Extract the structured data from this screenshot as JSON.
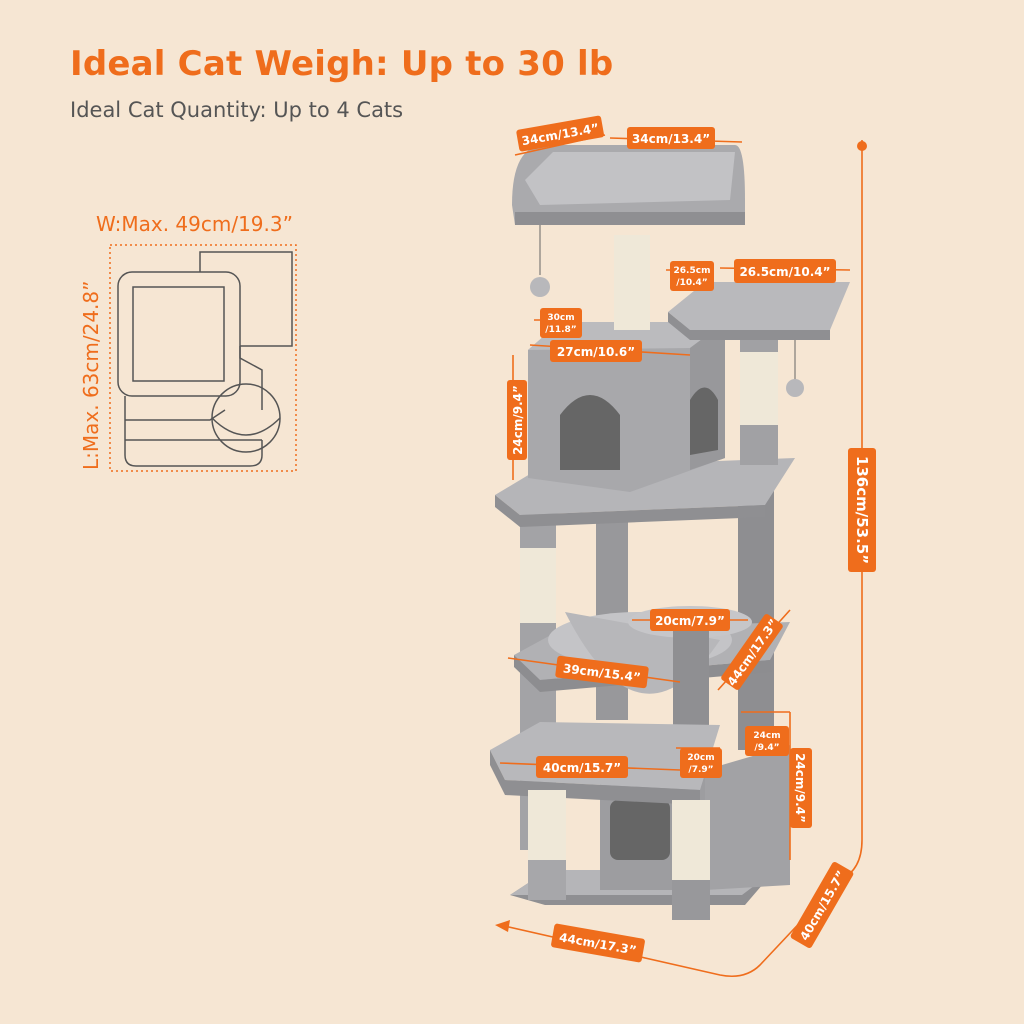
{
  "header": {
    "title": "Ideal Cat Weigh: Up to 30 lb",
    "subtitle": "Ideal Cat Quantity: Up to 4 Cats"
  },
  "footprint": {
    "width_label": "W:Max. 49cm/19.3”",
    "length_label": "L:Max. 63cm/24.8”"
  },
  "dimensions": {
    "top_depth": "34cm/13.4”",
    "top_width": "34cm/13.4”",
    "platform_depth_a": "26.5cm",
    "platform_depth_b": "/10.4”",
    "platform_width": "26.5cm/10.4”",
    "house_depth_a": "30cm",
    "house_depth_b": "/11.8”",
    "house_width": "27cm/10.6”",
    "house_height": "24cm/9.4”",
    "total_height": "136cm/53.5”",
    "basket_width": "20cm/7.9”",
    "hammock_depth": "44cm/17.3”",
    "hammock_width": "39cm/15.4”",
    "lower_house_depth_a": "24cm",
    "lower_house_depth_b": "/9.4”",
    "lower_platform_width": "40cm/15.7”",
    "lower_platform_depth_a": "20cm",
    "lower_platform_depth_b": "/7.9”",
    "lower_house_height": "24cm/9.4”",
    "base_depth": "40cm/15.7”",
    "base_width": "44cm/17.3”"
  },
  "colors": {
    "accent": "#ef6d1c",
    "background": "#f6e6d3",
    "plush": "#a9a9ab",
    "sisal": "#efe8d8"
  }
}
